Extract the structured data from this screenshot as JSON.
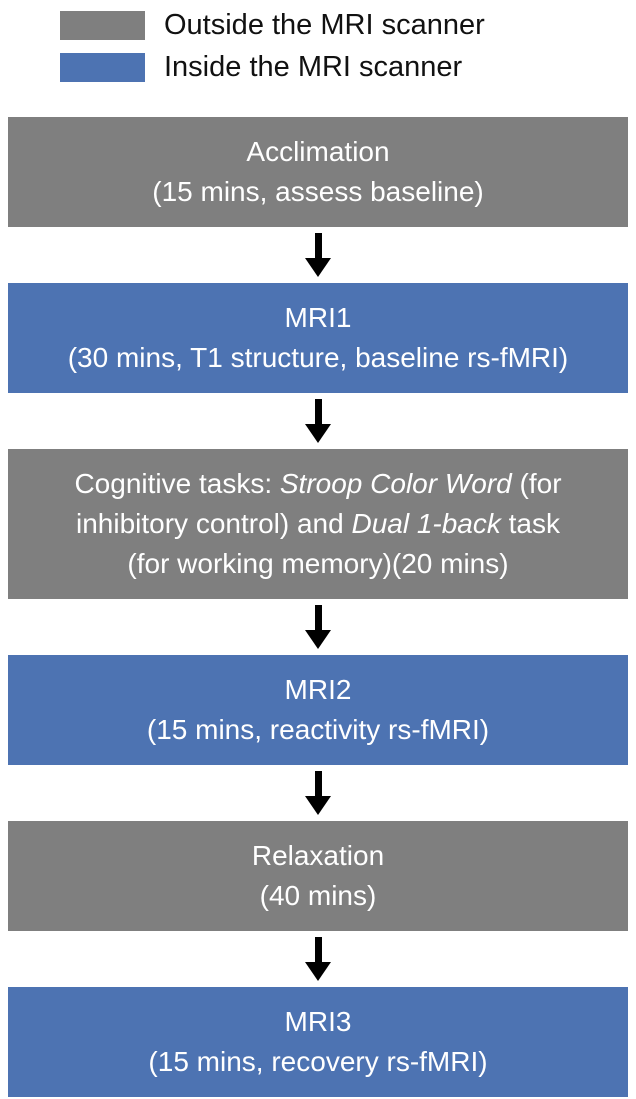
{
  "colors": {
    "outside": "#7f7f7f",
    "inside": "#4d73b2",
    "arrow": "#000000",
    "box_text": "#ffffff",
    "legend_text": "#111111"
  },
  "legend": {
    "items": [
      {
        "label": "Outside the MRI scanner",
        "color_key": "outside"
      },
      {
        "label": "Inside the MRI scanner",
        "color_key": "inside"
      }
    ]
  },
  "steps": [
    {
      "kind": "outside",
      "lines": [
        [
          {
            "t": "Acclimation"
          }
        ],
        [
          {
            "t": "(15 mins, assess baseline)"
          }
        ]
      ]
    },
    {
      "kind": "inside",
      "lines": [
        [
          {
            "t": "MRI1"
          }
        ],
        [
          {
            "t": "(30 mins, T1 structure, baseline rs-fMRI)"
          }
        ]
      ]
    },
    {
      "kind": "outside",
      "lines": [
        [
          {
            "t": "Cognitive tasks: "
          },
          {
            "t": "Stroop Color Word",
            "italic": true
          },
          {
            "t": " (for"
          }
        ],
        [
          {
            "t": "inhibitory control) and "
          },
          {
            "t": "Dual 1-back",
            "italic": true
          },
          {
            "t": " task"
          }
        ],
        [
          {
            "t": "(for working memory)(20 mins)"
          }
        ]
      ]
    },
    {
      "kind": "inside",
      "lines": [
        [
          {
            "t": "MRI2"
          }
        ],
        [
          {
            "t": "(15 mins, reactivity rs-fMRI)"
          }
        ]
      ]
    },
    {
      "kind": "outside",
      "lines": [
        [
          {
            "t": "Relaxation"
          }
        ],
        [
          {
            "t": "(40 mins)"
          }
        ]
      ]
    },
    {
      "kind": "inside",
      "lines": [
        [
          {
            "t": "MRI3"
          }
        ],
        [
          {
            "t": "(15 mins, recovery rs-fMRI)"
          }
        ]
      ]
    }
  ]
}
